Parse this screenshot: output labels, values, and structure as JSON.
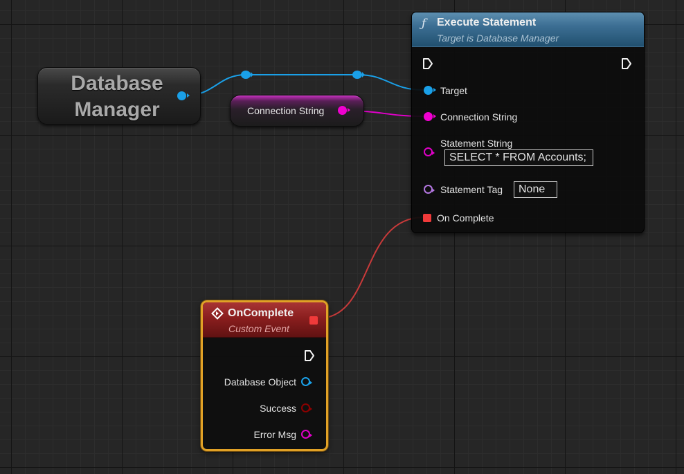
{
  "colors": {
    "object_pin": "#1aa0e8",
    "string_pin": "#f000d0",
    "name_pin": "#b377e0",
    "delegate_pin": "#f03a3a",
    "bool_pin": "#8c0000",
    "exec_pin": "#ffffff",
    "function_header": "#3c6e93",
    "event_header": "#8a1e1e",
    "selection_outline": "#e1a126"
  },
  "variables": {
    "database_manager": {
      "title_line1": "Database",
      "title_line2": "Manager"
    },
    "connection_string": {
      "title": "Connection String"
    }
  },
  "execute_statement": {
    "icon": "function-icon",
    "icon_glyph": "ƒ",
    "title": "Execute Statement",
    "subtitle": "Target is Database Manager",
    "pins": {
      "target": "Target",
      "connection_string": "Connection String",
      "statement_string": "Statement String",
      "statement_string_value": "SELECT * FROM Accounts;",
      "statement_tag": "Statement Tag",
      "statement_tag_value": "None",
      "on_complete": "On Complete"
    }
  },
  "on_complete_event": {
    "icon": "event-icon",
    "title": "OnComplete",
    "subtitle": "Custom Event",
    "pins": {
      "database_object": "Database Object",
      "success": "Success",
      "error_msg": "Error Msg"
    }
  }
}
